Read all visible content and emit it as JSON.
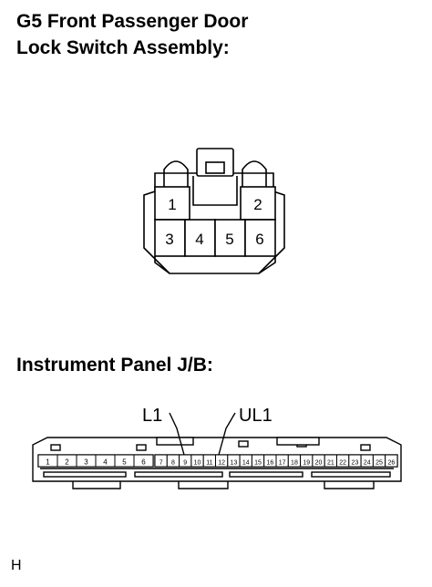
{
  "titles": {
    "g5_line1": "G5 Front Passenger Door",
    "g5_line2": "Lock Switch Assembly:",
    "jb": "Instrument Panel J/B:"
  },
  "g5_pins": [
    "1",
    "2",
    "3",
    "4",
    "5",
    "6"
  ],
  "jb_labels": {
    "l1": "L1",
    "ul1": "UL1"
  },
  "jb_pins": [
    "1",
    "2",
    "3",
    "4",
    "5",
    "6",
    "7",
    "8",
    "9",
    "10",
    "11",
    "12",
    "13",
    "14",
    "15",
    "16",
    "17",
    "18",
    "19",
    "20",
    "21",
    "22",
    "23",
    "24",
    "25",
    "26"
  ],
  "corner_code": "H"
}
